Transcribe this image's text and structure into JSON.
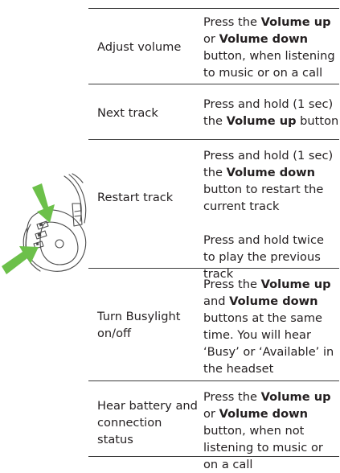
{
  "rows": [
    {
      "action": "Adjust volume",
      "instructions": [
        [
          "Press the ",
          "Volume up",
          " or ",
          "Volume down",
          " button, when listening to music or on a call"
        ]
      ]
    },
    {
      "action": "Next track",
      "instructions": [
        [
          "Press and hold (1 sec) the ",
          "Volume up",
          " button"
        ]
      ]
    },
    {
      "action": "Restart track",
      "instructions": [
        [
          "Press and hold (1 sec) the ",
          "Volume down",
          " button to restart the current track"
        ],
        [
          "Press and hold twice to play the previous track"
        ]
      ]
    },
    {
      "action": "Turn Busylight on/off",
      "instructions": [
        [
          "Press the ",
          "Volume up",
          " and ",
          "Volume down",
          " buttons at the same time. You will hear ‘Busy’ or ‘Available’ in the headset"
        ]
      ]
    },
    {
      "action": "Hear battery and connection status",
      "instructions": [
        [
          "Press the ",
          "Volume up",
          " or ",
          "Volume down",
          " button, when not listening to music or on a call"
        ]
      ]
    }
  ],
  "illustration": {
    "arrow_color": "#6cc04a",
    "outline_color": "#4a4a4a",
    "icon": "headset-earcup-icon"
  }
}
